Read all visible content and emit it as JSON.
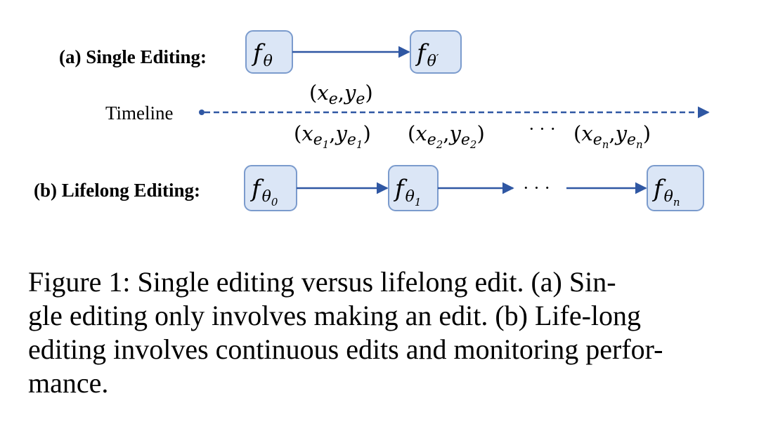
{
  "diagram": {
    "single_label": "(a) Single Editing:",
    "lifelong_label": "(b) Lifelong Editing:",
    "timeline_label": "Timeline",
    "ellipsis": "· · ·",
    "colors": {
      "box_fill": "#dbe6f6",
      "box_stroke": "#7b9bcd",
      "arrow": "#2f57a3"
    },
    "single_models": [
      {
        "base": "f",
        "sub": "θ",
        "prime": ""
      },
      {
        "base": "f",
        "sub": "θ",
        "prime": "′"
      }
    ],
    "single_edit": {
      "x": "x",
      "x_sub": "e",
      "y": "y",
      "y_sub": "e"
    },
    "lifelong_edits": [
      {
        "x": "x",
        "x_sub": "e",
        "x_subsub": "1",
        "y": "y",
        "y_sub": "e",
        "y_subsub": "1"
      },
      {
        "x": "x",
        "x_sub": "e",
        "x_subsub": "2",
        "y": "y",
        "y_sub": "e",
        "y_subsub": "2"
      },
      {
        "x": "x",
        "x_sub": "e",
        "x_subsub": "n",
        "y": "y",
        "y_sub": "e",
        "y_subsub": "n"
      }
    ],
    "lifelong_models": [
      {
        "base": "f",
        "sub": "θ",
        "subsub": "0"
      },
      {
        "base": "f",
        "sub": "θ",
        "subsub": "1"
      },
      {
        "base": "f",
        "sub": "θ",
        "subsub": "n"
      }
    ]
  },
  "caption": {
    "lines": [
      "Figure 1: Single editing versus lifelong edit. (a) Sin-",
      "gle editing only involves making an edit. (b) Life-long",
      "editing involves continuous edits and monitoring perfor-",
      "mance."
    ]
  }
}
